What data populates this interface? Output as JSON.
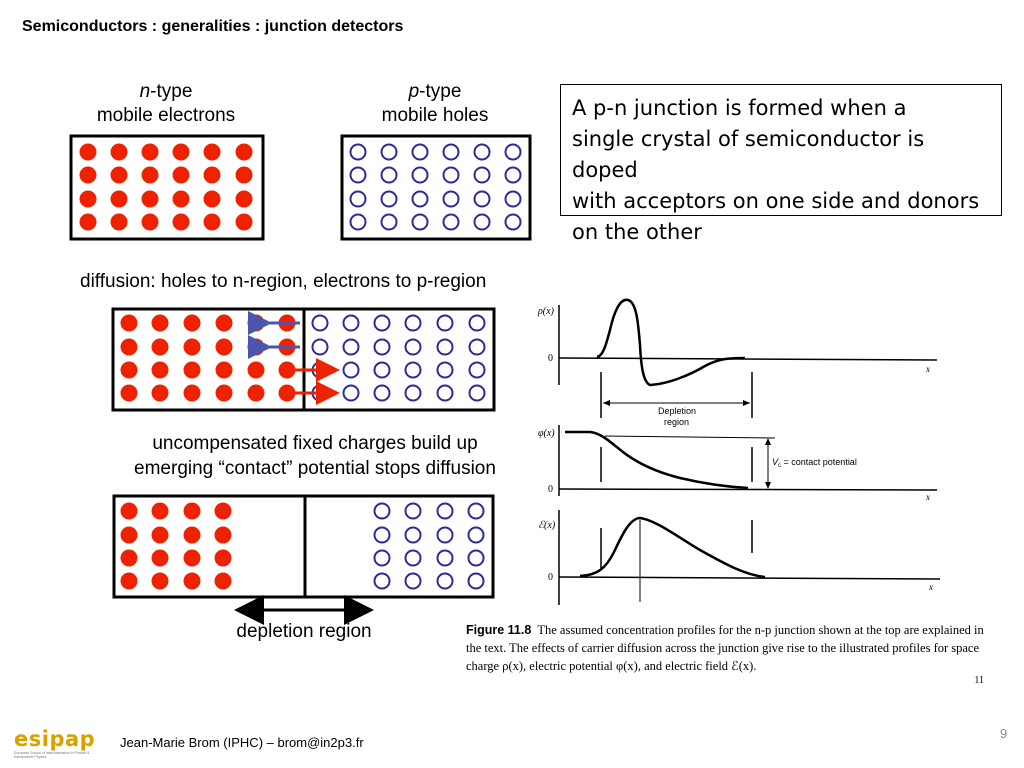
{
  "slide_title": "Semiconductors : generalities : junction detectors",
  "info_box": {
    "line1": "A p-n junction is formed when a",
    "line2": "single crystal of semiconductor is doped",
    "line3": "with acceptors on one side and donors",
    "line4": "on the other"
  },
  "ntype": {
    "type_letter": "n",
    "type_suffix": "-type",
    "subtitle": "mobile electrons"
  },
  "ptype": {
    "type_letter": "p",
    "type_suffix": "-type",
    "subtitle": "mobile holes"
  },
  "diffusion_label": "diffusion: holes to n-region, electrons to p-region",
  "fixed_charges_label": {
    "line1": "uncompensated fixed charges build up",
    "line2": "emerging “contact” potential stops diffusion"
  },
  "depletion_label": "depletion region",
  "graph": {
    "rho_label": "ρ(x)",
    "phi_label": "φ(x)",
    "e_label": "ℰ(x)",
    "zero": "0",
    "x_axis": "x",
    "depletion_text_1": "Depletion",
    "depletion_text_2": "region",
    "vc_label": "V",
    "vc_sub": "c",
    "vc_text": " = contact potential"
  },
  "caption": {
    "fig_num": "Figure 11.8",
    "text": "The assumed concentration profiles for the n-p junction shown at the top are explained in the text. The effects of carrier diffusion across the junction give rise to the illustrated profiles for space charge ρ(x), electric potential φ(x), and electric field ℰ(x).",
    "page_ref": "11"
  },
  "footer": {
    "logo_text": "esipap",
    "logo_sub": "European School of Instrumentation in Particle & Astroparticle Physics",
    "author": "Jean-Marie Brom (IPHC) – brom@in2p3.fr",
    "page_number": "9"
  },
  "colors": {
    "electron": "#ee2200",
    "hole": "#2b2b9a",
    "arrow_blue": "#4a55b0",
    "arrow_red": "#ee2200",
    "logo": "#d8a100"
  }
}
